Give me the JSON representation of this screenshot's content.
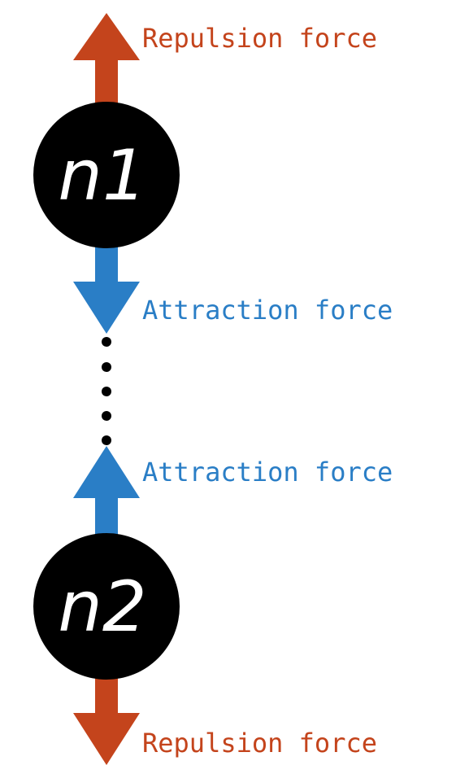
{
  "colors": {
    "repulsion": "#c4441c",
    "attraction": "#2a7ec6",
    "node_fill": "#000000",
    "node_text": "#ffffff",
    "dots": "#000000"
  },
  "nodes": {
    "n1": {
      "label": "n1"
    },
    "n2": {
      "label": "n2"
    }
  },
  "forces": {
    "top_repulsion": "Repulsion force",
    "top_attraction": "Attraction force",
    "bottom_attraction": "Attraction force",
    "bottom_repulsion": "Repulsion force"
  }
}
